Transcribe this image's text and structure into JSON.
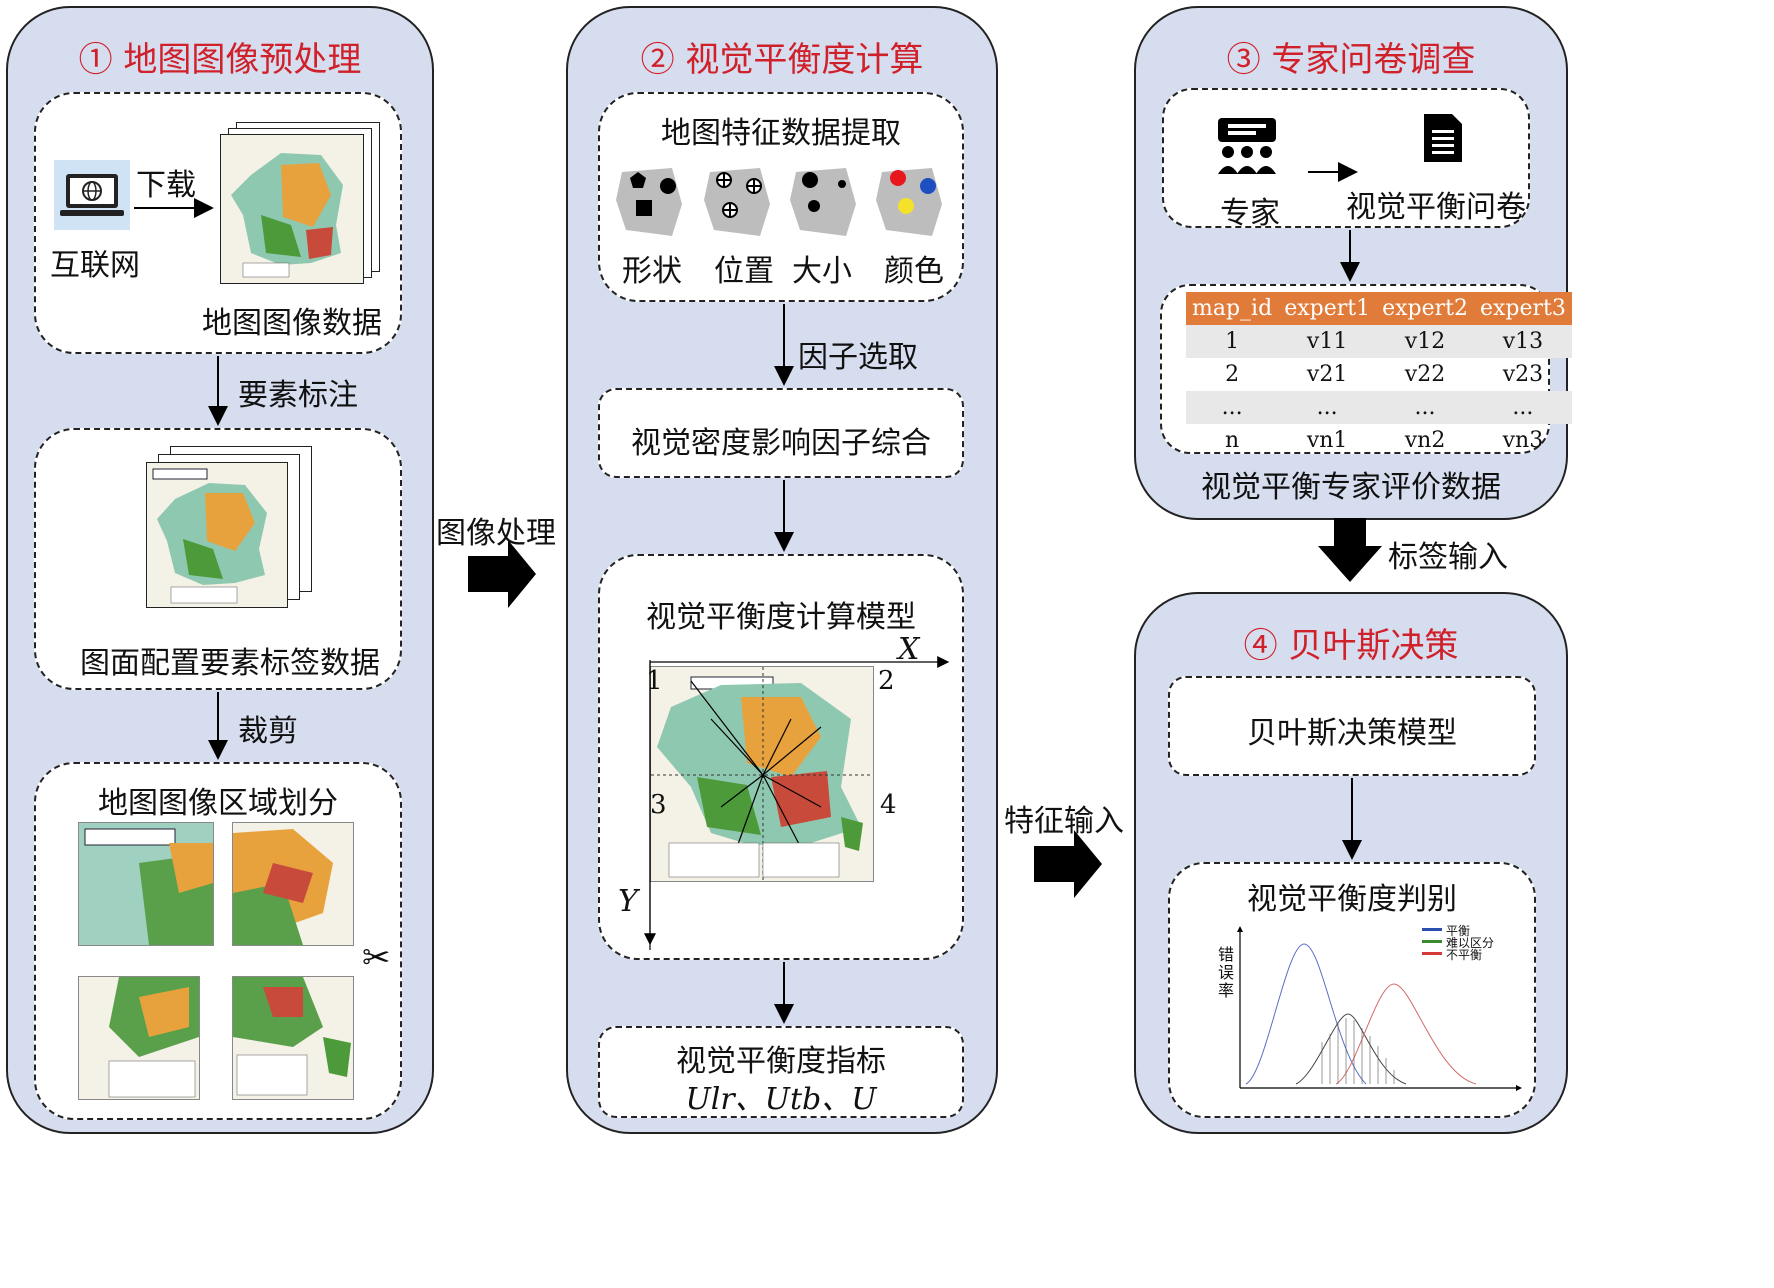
{
  "panel1": {
    "title": "① 地图图像预处理",
    "internet_label": "互联网",
    "download_label": "下载",
    "map_data_label": "地图图像数据",
    "annotate_label": "要素标注",
    "label_data_label": "图面配置要素标签数据",
    "crop_label": "裁剪",
    "region_title": "地图图像区域划分"
  },
  "panel2": {
    "title": "② 视觉平衡度计算",
    "extract_title": "地图特征数据提取",
    "features": [
      "形状",
      "位置",
      "大小",
      "颜色"
    ],
    "factor_select_label": "因子选取",
    "factor_box_label": "视觉密度影响因子综合",
    "model_title": "视觉平衡度计算模型",
    "axis_x": "X",
    "axis_y": "Y",
    "quadrants": [
      "1",
      "2",
      "3",
      "4"
    ],
    "index_title": "视觉平衡度指标",
    "index_formula": "Ulr、Utb、U"
  },
  "panel3": {
    "title": "③ 专家问卷调查",
    "expert_label": "专家",
    "questionnaire_label": "视觉平衡问卷",
    "table_headers": [
      "map_id",
      "expert1",
      "expert2",
      "expert3"
    ],
    "table_rows": [
      [
        "1",
        "v11",
        "v12",
        "v13"
      ],
      [
        "2",
        "v21",
        "v22",
        "v23"
      ],
      [
        "...",
        "...",
        "...",
        "..."
      ],
      [
        "n",
        "vn1",
        "vn2",
        "vn3"
      ]
    ],
    "eval_label": "视觉平衡专家评价数据"
  },
  "panel4": {
    "title": "④ 贝叶斯决策",
    "model_label": "贝叶斯决策模型",
    "judge_title": "视觉平衡度判别",
    "chart_ylabel": "错误率",
    "legend": [
      "平衡",
      "难以区分",
      "不平衡"
    ],
    "legend_colors": [
      "#2b4fb0",
      "#3c8a2e",
      "#d83a3a"
    ]
  },
  "flows": {
    "image_processing": "图像处理",
    "feature_input": "特征输入",
    "label_input": "标签输入"
  }
}
